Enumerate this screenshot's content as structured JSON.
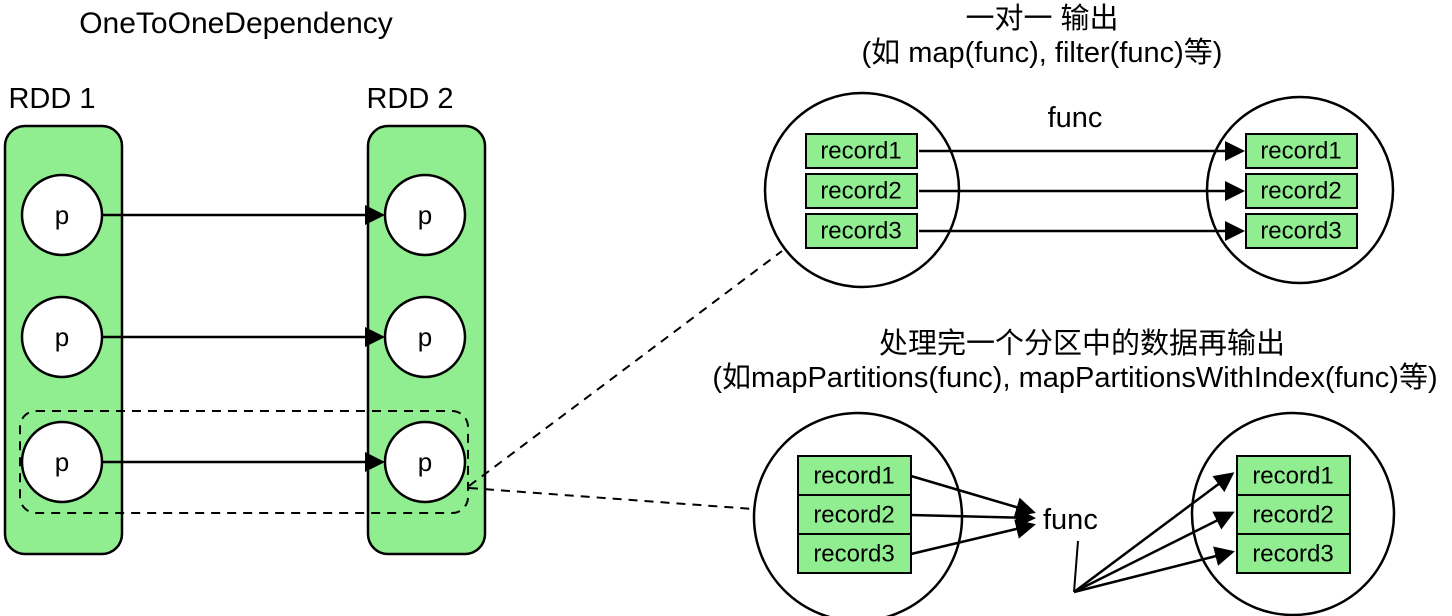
{
  "colors": {
    "shape_green": "#90EE90",
    "stroke": "#000000",
    "background": "#FFFFFF"
  },
  "left_diagram": {
    "title": "OneToOneDependency",
    "rdd1": {
      "label": "RDD 1",
      "partitions": [
        "p",
        "p",
        "p"
      ]
    },
    "rdd2": {
      "label": "RDD 2",
      "partitions": [
        "p",
        "p",
        "p"
      ]
    }
  },
  "map_example": {
    "title_line1": "一对一 输出",
    "title_line2": "(如 map(func), filter(func)等)",
    "func_label": "func",
    "input_records": [
      "record1",
      "record2",
      "record3"
    ],
    "output_records": [
      "record1",
      "record2",
      "record3"
    ]
  },
  "mappartitions_example": {
    "title_line1": "处理完一个分区中的数据再输出",
    "title_line2": "(如mapPartitions(func), mapPartitionsWithIndex(func)等)",
    "func_label": "func",
    "input_records": [
      "record1",
      "record2",
      "record3"
    ],
    "output_records": [
      "record1",
      "record2",
      "record3"
    ]
  }
}
